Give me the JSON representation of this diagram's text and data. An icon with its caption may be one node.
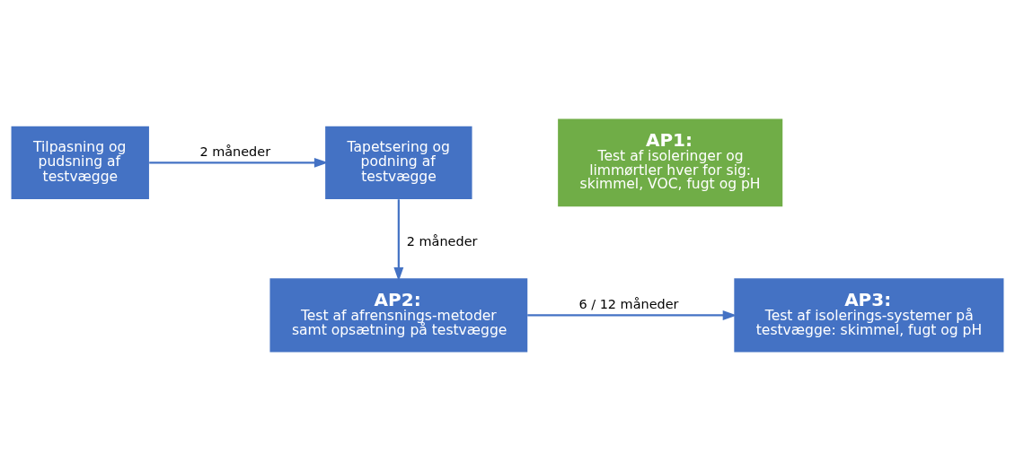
{
  "diagram": {
    "nodes": [
      {
        "text": [
          "Tilpasning og pudsning af testvægge"
        ]
      },
      {
        "text": [
          "Tapetsering og podning af testvægge"
        ]
      },
      {
        "text": [
          "AP1:",
          "Test af isoleringer og limmørtler hver for sig: skimmel, VOC, fugt og pH"
        ]
      },
      {
        "text": [
          "AP2:",
          "Test af afrensnings-metoder samt opsætning på testvægge"
        ]
      },
      {
        "text": [
          "AP3:",
          "Test af isolerings-systemer på testvægge: skimmel, fugt og pH"
        ]
      }
    ],
    "edges": [
      {
        "from": 0,
        "to": 1,
        "arrow": "to",
        "label": "2 måneder"
      },
      {
        "from": 1,
        "to": 3,
        "arrow": "to",
        "label": "2 måneder"
      },
      {
        "from": 3,
        "to": 4,
        "arrow": "to",
        "label": "6 / 12 måneder"
      }
    ]
  }
}
